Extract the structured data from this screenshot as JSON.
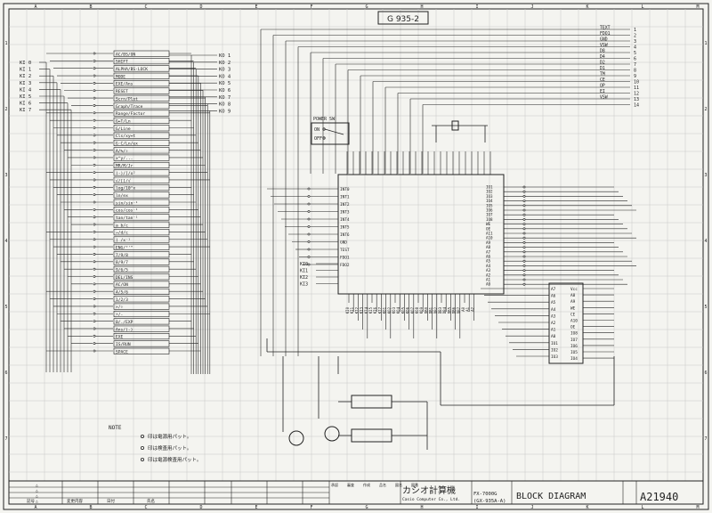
{
  "title": "G 935-2",
  "key_inputs": [
    "KI 0",
    "KI 1",
    "KI 2",
    "KI 3",
    "KI 4",
    "KI 5",
    "KI 6",
    "KI 7"
  ],
  "key_outputs": [
    "KO 1",
    "KO 2",
    "KO 3",
    "KO 4",
    "KO 5",
    "KO 6",
    "KO 7",
    "KO 8",
    "KO 9"
  ],
  "keys": [
    "AC/BS/ON",
    "SHIFT",
    "ALPHA/BS·LOCK",
    "MODE",
    "EXE/Ans",
    "RESET",
    "Scrn/Plot",
    "Graph/Trace",
    "Range/Factor",
    "G↔T/Ln",
    "G/Line",
    "Cls/xy↔t",
    "G·C/Ln/ex",
    "A/%/÷",
    "x^y/...",
    "MR/M/Jr",
    "(-)/[/x²",
    "√/[]/√",
    "log/10^x",
    "ln/ex",
    "sin/sin⁻¹",
    "cos/cos⁻¹",
    "tan/tan⁻¹",
    "a b/c",
    "→/d/c",
    "( /x⁻¹",
    "ENG/°'\"",
    "7/9/8",
    "8/9/7",
    "9/6/5",
    "DEL/INS",
    "AC/ON",
    "4/5/6",
    "1/2/3",
    "×/÷",
    "+/-",
    "0/./EXP",
    "Ans/(-)",
    "EXE",
    "IS/RUN",
    "SPACE"
  ],
  "connector_pins": [
    "TEXT",
    "FDO1",
    "GND",
    "VSW",
    "D8",
    "D4",
    "D2",
    "D1",
    "TM",
    "CE",
    "OP",
    "EI",
    "VSW"
  ],
  "connector_nums": [
    "1",
    "2",
    "3",
    "4",
    "5",
    "6",
    "7",
    "8",
    "9",
    "10",
    "11",
    "12",
    "13",
    "14"
  ],
  "power_sw": {
    "title": "POWER SW",
    "on": "ON",
    "off": "OFF"
  },
  "cpu_left_pins": [
    "INT0",
    "INT1",
    "INT2",
    "INT3",
    "INT4",
    "INT5",
    "INT6",
    "GND",
    "TEST",
    "FDO1",
    "FDO2"
  ],
  "cpu_right_pins": [
    "IO1",
    "IO2",
    "IO3",
    "IO4",
    "IO5",
    "IO6",
    "IO7",
    "IO8",
    "WE",
    "OE",
    "A11",
    "A10",
    "A9",
    "A8",
    "A7",
    "A6",
    "A5",
    "A4",
    "A3",
    "A2",
    "A1",
    "A0"
  ],
  "cpu_bottom_pins": [
    "KI0",
    "KI1",
    "KI2",
    "KI3",
    "KI4",
    "KI5",
    "KI6",
    "KI7",
    "KO1",
    "KO2",
    "KO3",
    "KO4",
    "KO5",
    "KO6",
    "KO7",
    "KO8",
    "KO9",
    "DB0",
    "DB1",
    "DB2",
    "DB3",
    "DB4",
    "DB5",
    "DB6",
    "DB7",
    "A0",
    "A1",
    "A2"
  ],
  "lower_ki": [
    "KI0",
    "KI1",
    "KI2",
    "KI3"
  ],
  "ram_left": [
    "A7",
    "A6",
    "A5",
    "A4",
    "A3",
    "A2",
    "A1",
    "A0",
    "IO1",
    "IO2",
    "IO3"
  ],
  "ram_right": [
    "Vcc",
    "A8",
    "A9",
    "WE",
    "CE",
    "A10",
    "OE",
    "IO8",
    "IO7",
    "IO6",
    "IO5",
    "IO4"
  ],
  "note": {
    "title": "NOTE",
    "lines": [
      "印は電源用パット。",
      "印は検査用パット。",
      "印は電源検査用パット。"
    ]
  },
  "title_block": {
    "company_logo": "カシオ計算機",
    "company_en": "Casio Computer Co., Ltd.",
    "model": "FX-7000G",
    "part": "(GX-935A-A)",
    "drawing_title": "BLOCK DIAGRAM",
    "drawing_no": "A21940",
    "rev_marks": [
      "△",
      "△",
      "△",
      "△"
    ],
    "col_heads": [
      "記号",
      "変更内容",
      "日付",
      "氏名"
    ],
    "labels": [
      "承認",
      "審査",
      "作成",
      "品名",
      "図名",
      "図番"
    ]
  },
  "col_letters": [
    "A",
    "B",
    "C",
    "D",
    "E",
    "F",
    "G",
    "H",
    "I",
    "J",
    "K",
    "L",
    "M"
  ],
  "row_numbers": [
    "1",
    "2",
    "3",
    "4",
    "5",
    "6",
    "7"
  ]
}
